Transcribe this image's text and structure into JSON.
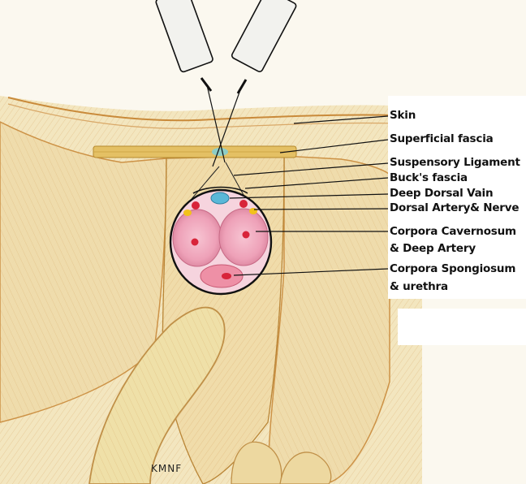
{
  "labels": {
    "skin": "Skin",
    "superficial_fascia": "Superficial fascia",
    "suspensory_ligament": "Suspensory Ligament",
    "bucks_fascia": "Buck's fascia",
    "deep_dorsal_vein": "Deep Dorsal Vain",
    "dorsal_artery_nerve": "Dorsal Artery& Nerve",
    "corpora_cavernosum_1": "Corpora Cavernosum",
    "corpora_cavernosum_2": "& Deep Artery",
    "corpora_spongiosum_1": "Corpora Spongiosum",
    "corpora_spongiosum_2": "& urethra"
  },
  "signature": "KMNF",
  "colors": {
    "skin_tan": "#e9d59a",
    "outline_orange": "#c98a3a",
    "corpora_pink": "#f0a8be",
    "artery_red": "#d8243a",
    "vein_blue": "#5ab8d8",
    "nerve_yellow": "#f2c21a"
  }
}
